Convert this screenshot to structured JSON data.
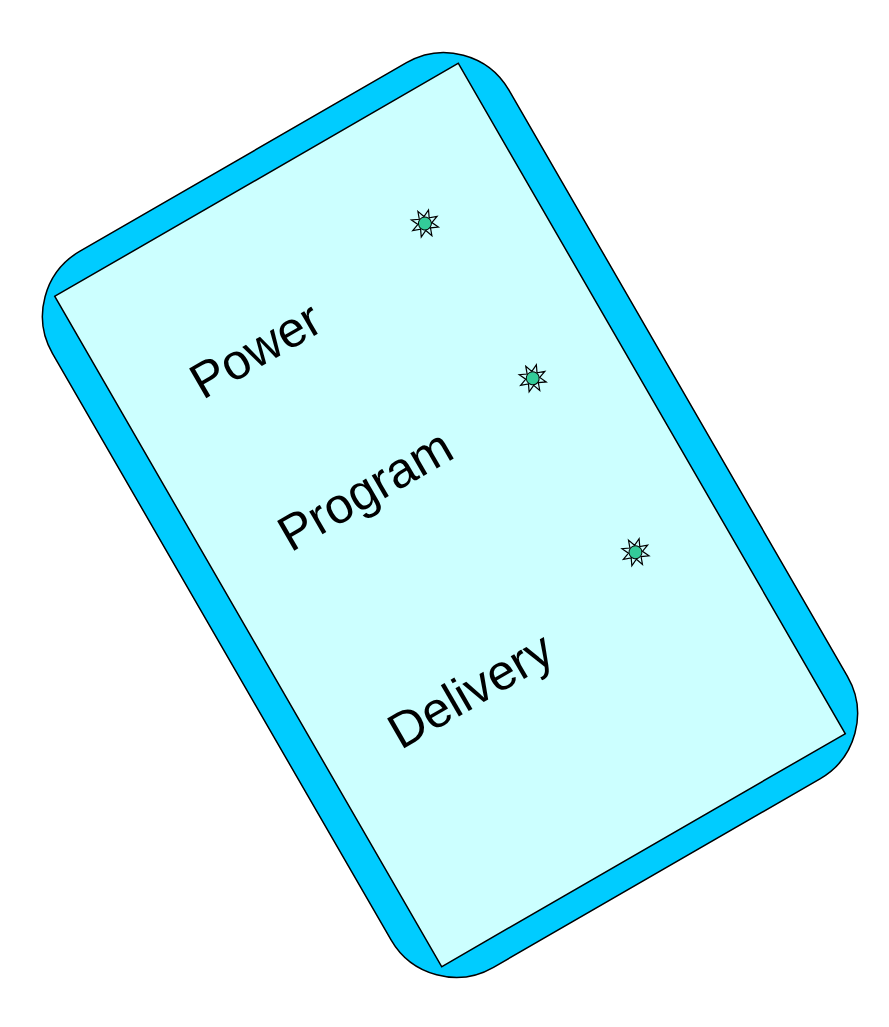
{
  "diagram": {
    "nodes": [
      {
        "text": [
          "Power",
          "Program",
          "Delivery"
        ]
      }
    ]
  }
}
